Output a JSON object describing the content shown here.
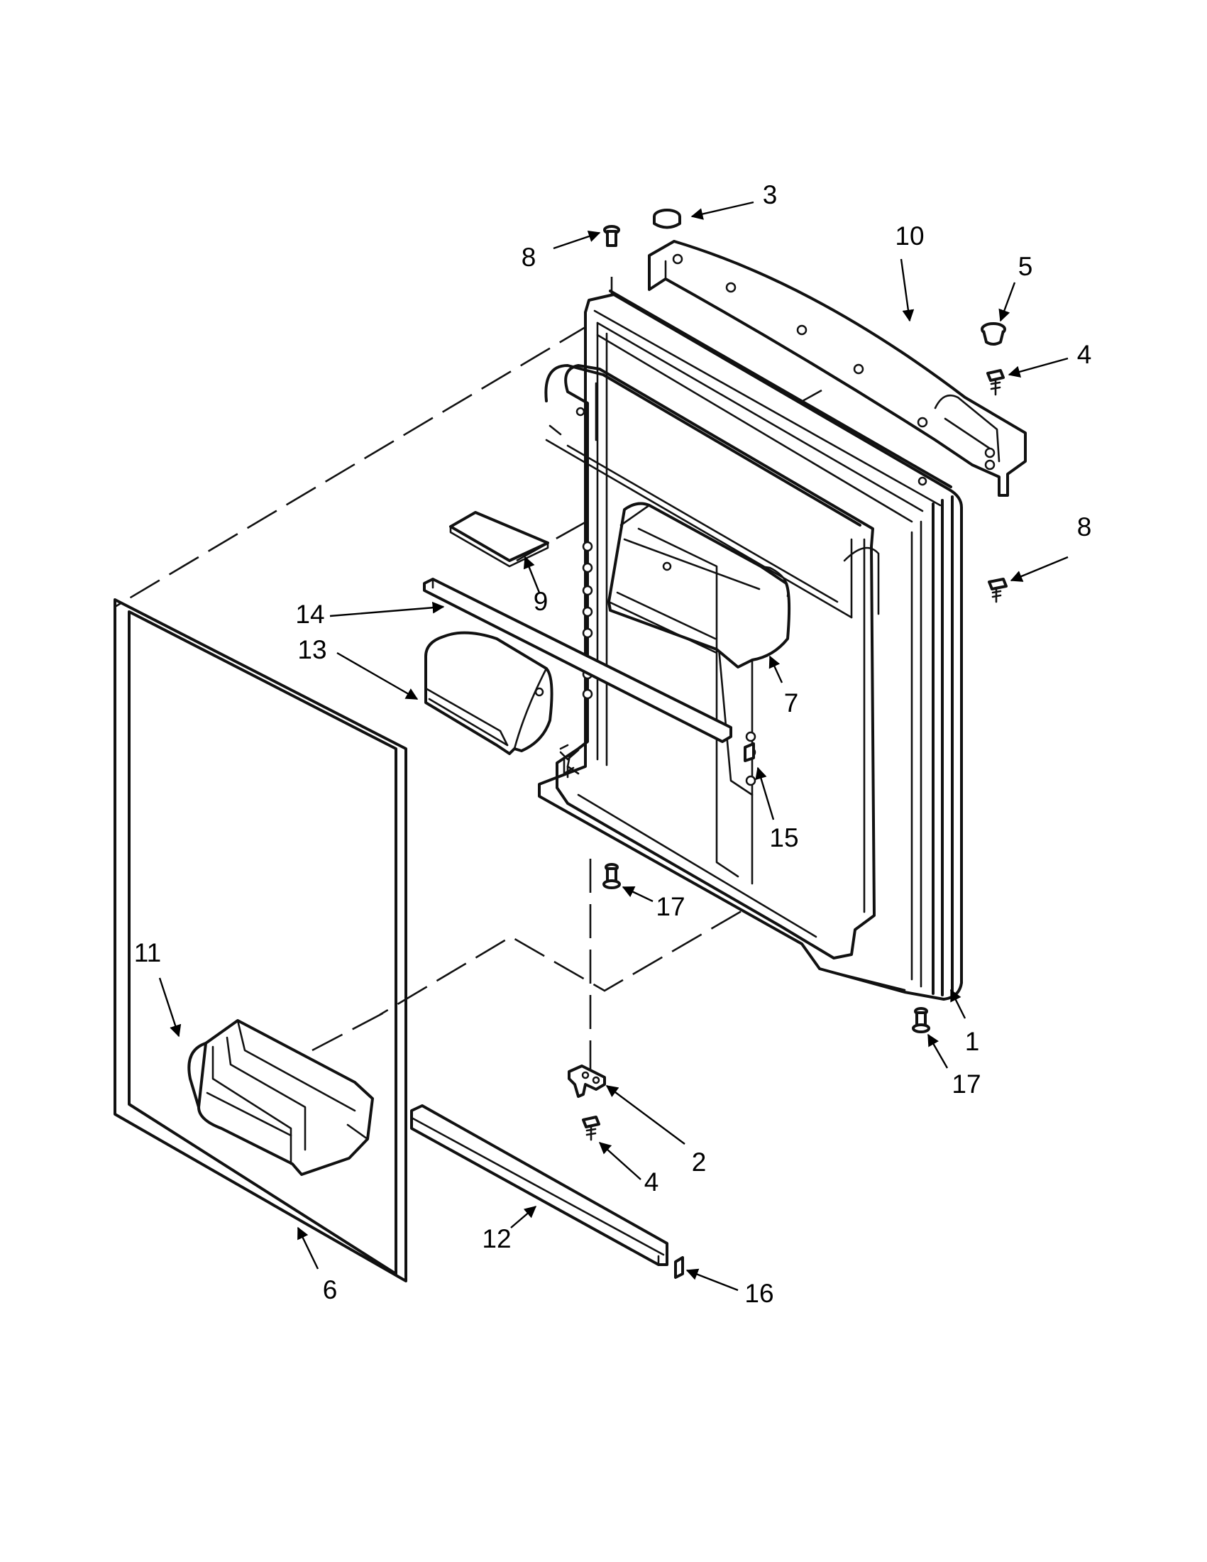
{
  "callouts": {
    "c1": "1",
    "c2": "2",
    "c3": "3",
    "c4_upper": "4",
    "c4_lower": "4",
    "c5": "5",
    "c6": "6",
    "c7": "7",
    "c8_upper": "8",
    "c8_lower": "8",
    "c9": "9",
    "c10": "10",
    "c11": "11",
    "c12": "12",
    "c13": "13",
    "c14": "14",
    "c15": "15",
    "c16": "16",
    "c17_upper": "17",
    "c17_lower": "17"
  }
}
